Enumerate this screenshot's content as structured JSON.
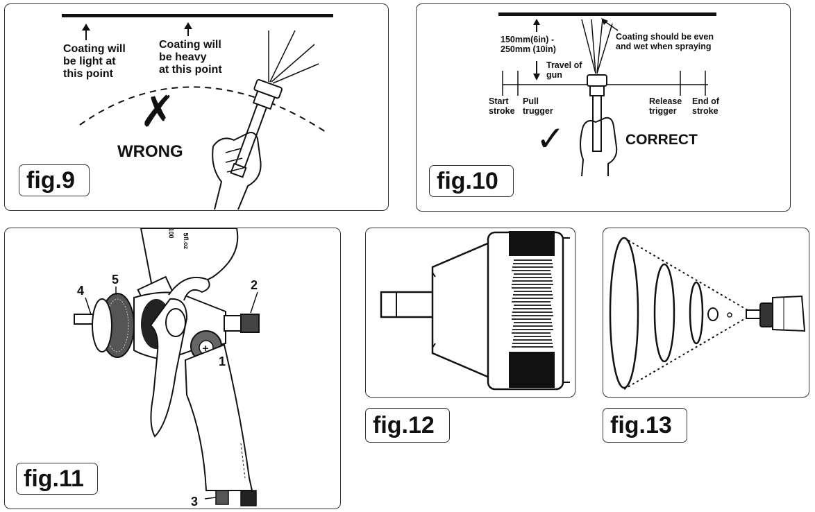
{
  "fig9": {
    "label": "fig.9",
    "light_text": "Coating will\nbe light at\nthis point",
    "heavy_text": "Coating will\nbe heavy\nat this point",
    "verdict": "WRONG",
    "mark": "✗"
  },
  "fig10": {
    "label": "fig.10",
    "distance_text": "150mm(6in) -\n250mm (10in)",
    "coating_text": "Coating should be even\nand wet when spraying",
    "travel_text": "Travel of\ngun",
    "start_text": "Start\nstroke",
    "pull_text": "Pull\ntrugger",
    "release_text": "Release\ntrigger",
    "end_text": "End of\nstroke",
    "verdict": "CORRECT",
    "mark": "✓"
  },
  "fig11": {
    "label": "fig.11",
    "callouts": [
      "1",
      "2",
      "3",
      "4",
      "5"
    ],
    "cup_scale_1": "5",
    "cup_scale_2": "fl.oz",
    "cup_scale_3": "100"
  },
  "fig12": {
    "label": "fig.12"
  },
  "fig13": {
    "label": "fig.13"
  }
}
